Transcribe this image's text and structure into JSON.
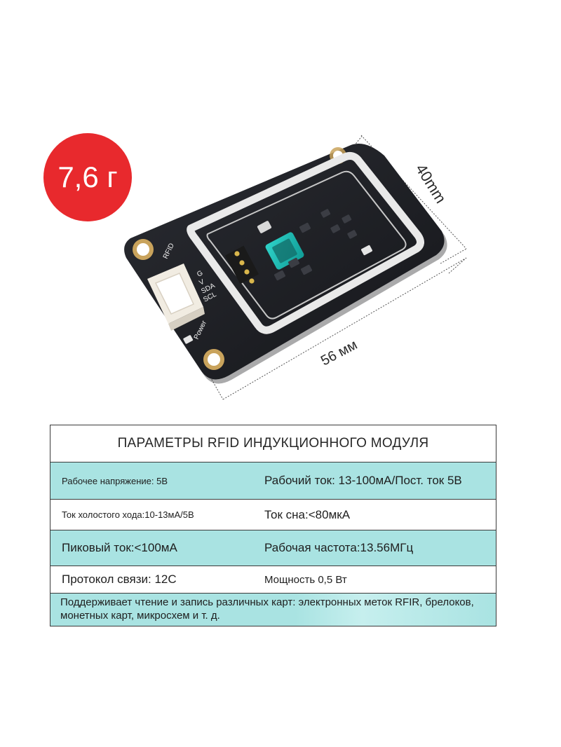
{
  "badge": {
    "weight": "7,6 г",
    "color": "#e8292d"
  },
  "product": {
    "dimension_width": "56 мм",
    "dimension_height": "40mm",
    "board_label": "RFID",
    "pin_labels": [
      "G",
      "V",
      "SDA",
      "SCL"
    ],
    "power_label": "Power",
    "board_color": "#1d1f24",
    "antenna_color": "#e9e9e9",
    "chip_color": "#1fb7b0"
  },
  "spec": {
    "title": "ПАРАМЕТРЫ RFID ИНДУКЦИОННОГО МОДУЛЯ",
    "rows": [
      {
        "left": "Рабочее напряжение: 5В",
        "right": "Рабочий ток: 13-100мА/Пост. ток 5В"
      },
      {
        "left": "Ток холостого хода:10-13мА/5В",
        "right": "Ток сна:<80мкА"
      },
      {
        "left": "Пиковый ток:<100мА",
        "right": "Рабочая частота:13.56МГц"
      },
      {
        "left": "Протокол связи: 12C",
        "right": "Мощность 0,5 Вт"
      }
    ],
    "footer": "Поддерживает чтение и запись различных карт: электронных меток RFIR, брелоков, монетных карт, микросхем и т. д.",
    "accent_color": "#a9e3e2"
  }
}
